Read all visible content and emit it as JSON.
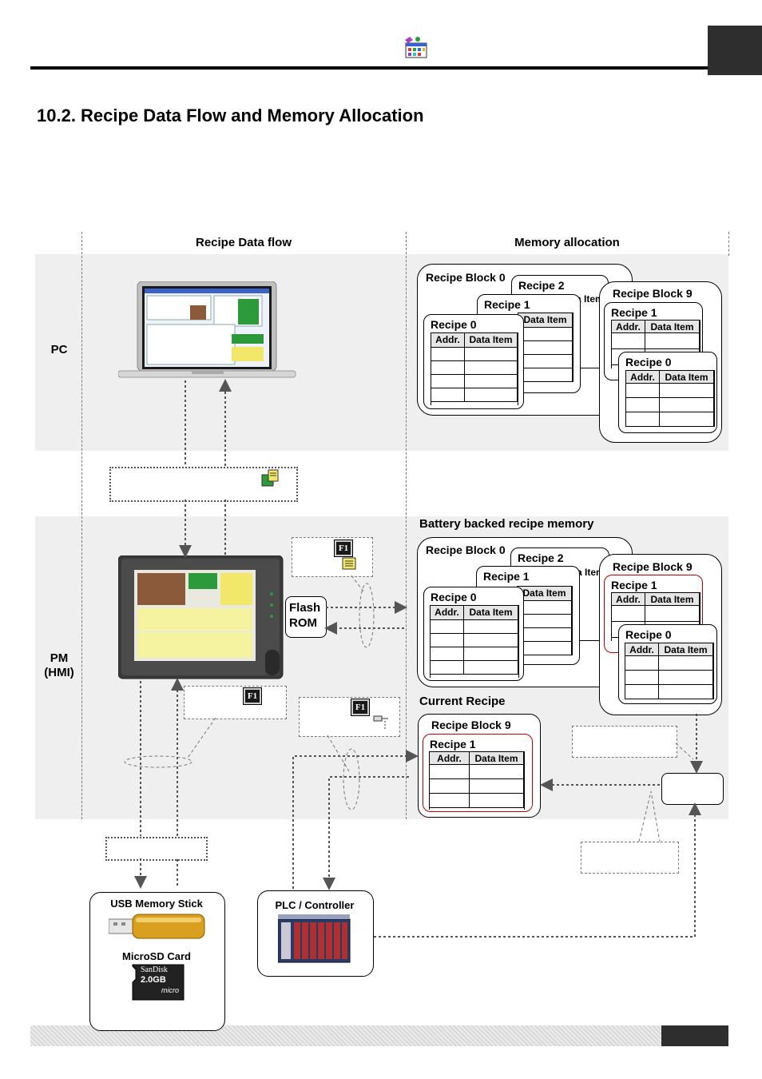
{
  "page": {
    "title": "10.2.  Recipe Data Flow and Memory Allocation"
  },
  "columns": {
    "flow": "Recipe Data flow",
    "memory": "Memory allocation"
  },
  "rows": {
    "pc": "PC",
    "pm": "PM\n(HMI)"
  },
  "sections": {
    "battery": "Battery backed recipe memory",
    "current": "Current Recipe"
  },
  "table_headers": {
    "addr": "Addr.",
    "item": "Data Item",
    "item_partial": "Data Item",
    "item_clipped": "ta Item"
  },
  "labels": {
    "block0": "Recipe Block 0",
    "block9": "Recipe Block 9",
    "recipe0": "Recipe 0",
    "recipe1": "Recipe 1",
    "recipe2": "Recipe 2",
    "flash_rom": "Flash\nROM",
    "f1": "F1"
  },
  "devices": {
    "usb": "USB Memory Stick",
    "microsd": "MicroSD Card",
    "plc": "PLC / Controller",
    "sandisk": "SanDisk",
    "capacity": "2.0GB",
    "micro": "micro"
  },
  "colors": {
    "band": "#efefef",
    "highlight": "#c00000",
    "dark": "#2e2e2e"
  }
}
